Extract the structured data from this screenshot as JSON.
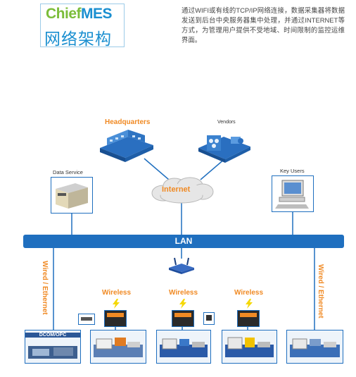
{
  "logo": {
    "brand_part1": "Chief",
    "brand_part2": "MES",
    "subtitle": "网络架构"
  },
  "intro_text": "通过WIFI或有线的TCP/IP网络连接，数据采集器将数据发送到后台中央服务器集中处理，并通过INTERNET等方式，为管理用户提供不受地域、时间限制的监控运维界面。",
  "nodes": {
    "headquarters": "Headquarters",
    "vendors": "Vendors",
    "internet": "Internet",
    "data_service": "Data Service",
    "key_users": "Key Users",
    "lan": "LAN",
    "wired_left": "Wired / Ethernet",
    "wired_right": "Wired / Ethernet",
    "wireless_1": "Wireless",
    "wireless_2": "Wireless",
    "wireless_3": "Wireless",
    "dcom_opc": "DCOM/OPC"
  },
  "colors": {
    "accent_blue": "#1f6fbf",
    "accent_orange": "#f08a24",
    "brand_green": "#7bbd3a"
  },
  "icons": [
    "headquarters-building-icon",
    "vendors-office-icon",
    "internet-cloud-icon",
    "server-icon",
    "workstation-icon",
    "wireless-router-icon",
    "lightning-icon",
    "controller-icon",
    "injection-molding-machine-icon"
  ]
}
